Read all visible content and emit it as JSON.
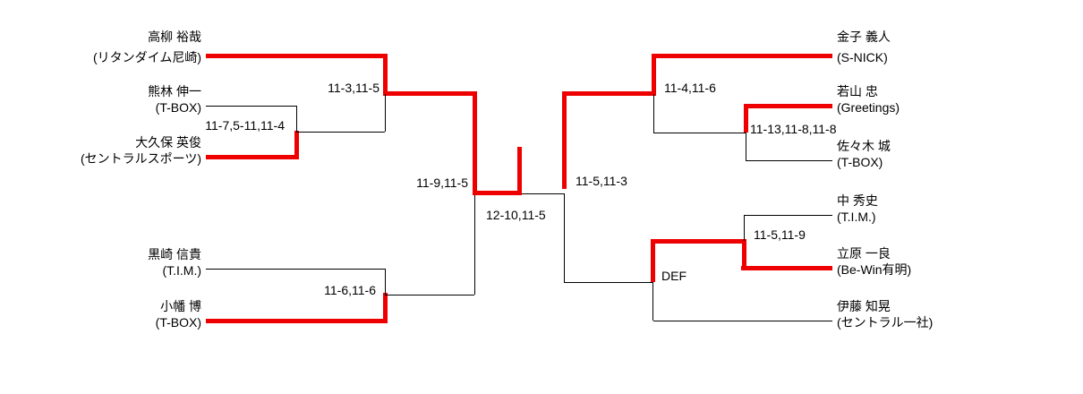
{
  "diagram_type": "tournament-bracket",
  "colors": {
    "winner_path": "#ee0000",
    "bracket_line": "#000000",
    "background": "#ffffff"
  },
  "left_side": {
    "players": [
      {
        "name": "高柳 裕哉",
        "club": "(リタンダイム尼崎)"
      },
      {
        "name": "熊林 伸一",
        "club": "(T-BOX)"
      },
      {
        "name": "大久保 英俊",
        "club": "(セントラルスポーツ)"
      },
      {
        "name": "黒崎 信貴",
        "club": "(T.I.M.)"
      },
      {
        "name": "小幡 博",
        "club": "(T-BOX)"
      }
    ],
    "scores": {
      "quarterfinal_top": "11-3,11-5",
      "first_round_top": "11-7,5-11,11-4",
      "first_round_bottom": "11-6,11-6",
      "semifinal": "11-9,11-5"
    }
  },
  "right_side": {
    "players": [
      {
        "name": "金子 義人",
        "club": "(S-NICK)"
      },
      {
        "name": "若山 忠",
        "club": "(Greetings)"
      },
      {
        "name": "佐々木 城",
        "club": "(T-BOX)"
      },
      {
        "name": "中 秀史",
        "club": "(T.I.M.)"
      },
      {
        "name": "立原 一良",
        "club": "(Be-Win有明)"
      },
      {
        "name": "伊藤 知晃",
        "club": "(セントラル一社)"
      }
    ],
    "scores": {
      "quarterfinal_top": "11-4,11-6",
      "first_round_top": "11-13,11-8,11-8",
      "first_round_bottom": "11-5,11-9",
      "quarterfinal_bottom": "DEF",
      "semifinal": "11-5,11-3"
    }
  },
  "final": {
    "score": "12-10,11-5"
  }
}
